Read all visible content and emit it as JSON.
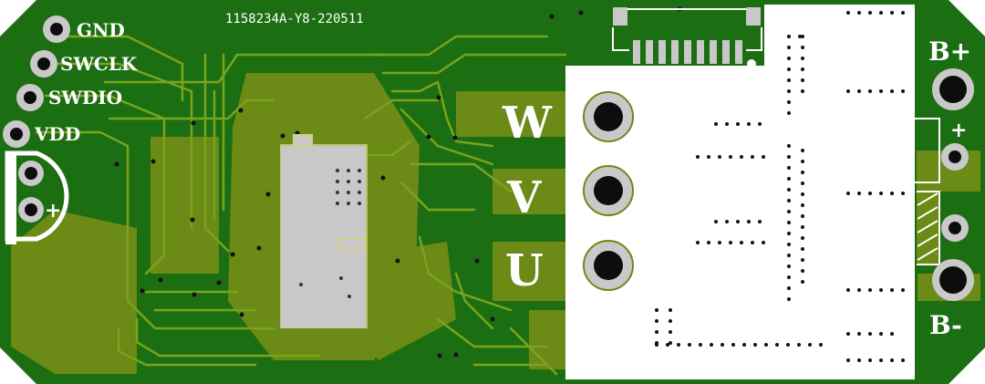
{
  "board": {
    "code": "1158234A-Y8-220511",
    "colors": {
      "substrate": "#1c6e12",
      "copper": "#6b8a16",
      "trace": "#7aa31e",
      "silkscreen": "#ffffff",
      "pad_ring": "#c9c9c9",
      "pad_hole": "#0d0d0d",
      "chip": "#c8c8c8",
      "chip_frame": "#d4d08a"
    }
  },
  "debug_header": {
    "pins": [
      {
        "label": "GND"
      },
      {
        "label": "SWCLK"
      },
      {
        "label": "SWDIO"
      },
      {
        "label": "VDD"
      }
    ]
  },
  "connector_left": {
    "plus_label": "+"
  },
  "motor_phases": [
    {
      "label": "W"
    },
    {
      "label": "V"
    },
    {
      "label": "U"
    }
  ],
  "battery": {
    "positive_label": "B+",
    "negative_label": "B-",
    "aux_plus_label": "+"
  }
}
